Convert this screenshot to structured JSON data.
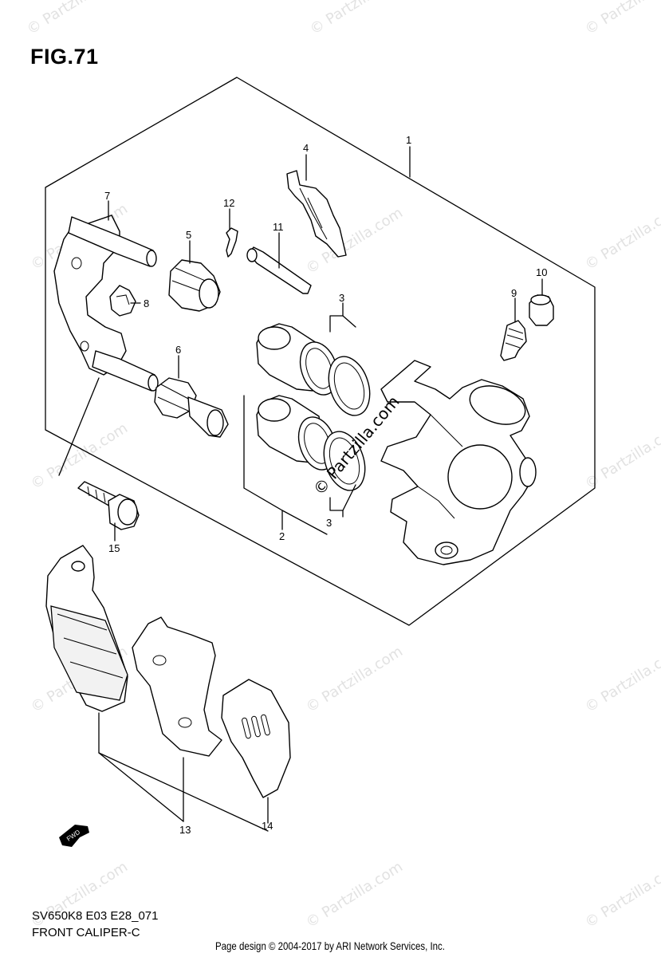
{
  "figure": {
    "title": "FIG.71",
    "model_code": "SV650K8 E03 E28_071",
    "caption": "FRONT CALIPER-C"
  },
  "footer": {
    "text": "Page design © 2004-2017 by ARI Network Services, Inc."
  },
  "watermark": {
    "text": "© Partzilla.com"
  },
  "callouts": {
    "c1": "1",
    "c2": "2",
    "c3a": "3",
    "c3b": "3",
    "c4": "4",
    "c5": "5",
    "c6": "6",
    "c7": "7",
    "c8": "8",
    "c9": "9",
    "c10": "10",
    "c11": "11",
    "c12": "12",
    "c13": "13",
    "c14": "14",
    "c15": "15"
  },
  "direction_arrow": {
    "label": "FWD"
  }
}
